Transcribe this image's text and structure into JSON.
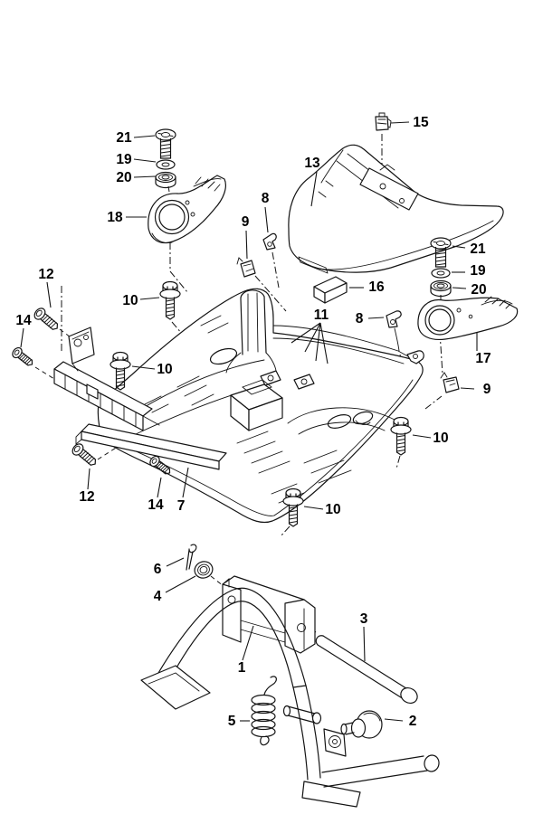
{
  "figure": {
    "kind": "exploded parts diagram",
    "background_color": "#ffffff",
    "line_color": "#141414",
    "label_color": "#000000"
  },
  "callouts": [
    {
      "label": "21"
    },
    {
      "label": "19"
    },
    {
      "label": "20"
    },
    {
      "label": "18"
    },
    {
      "label": "15"
    },
    {
      "label": "13"
    },
    {
      "label": "8"
    },
    {
      "label": "9"
    },
    {
      "label": "21"
    },
    {
      "label": "19"
    },
    {
      "label": "20"
    },
    {
      "label": "17"
    },
    {
      "label": "9"
    },
    {
      "label": "8"
    },
    {
      "label": "16"
    },
    {
      "label": "11"
    },
    {
      "label": "10"
    },
    {
      "label": "10"
    },
    {
      "label": "10"
    },
    {
      "label": "10"
    },
    {
      "label": "12"
    },
    {
      "label": "14"
    },
    {
      "label": "12"
    },
    {
      "label": "14"
    },
    {
      "label": "7"
    },
    {
      "label": "6"
    },
    {
      "label": "4"
    },
    {
      "label": "1"
    },
    {
      "label": "3"
    },
    {
      "label": "5"
    },
    {
      "label": "2"
    }
  ]
}
